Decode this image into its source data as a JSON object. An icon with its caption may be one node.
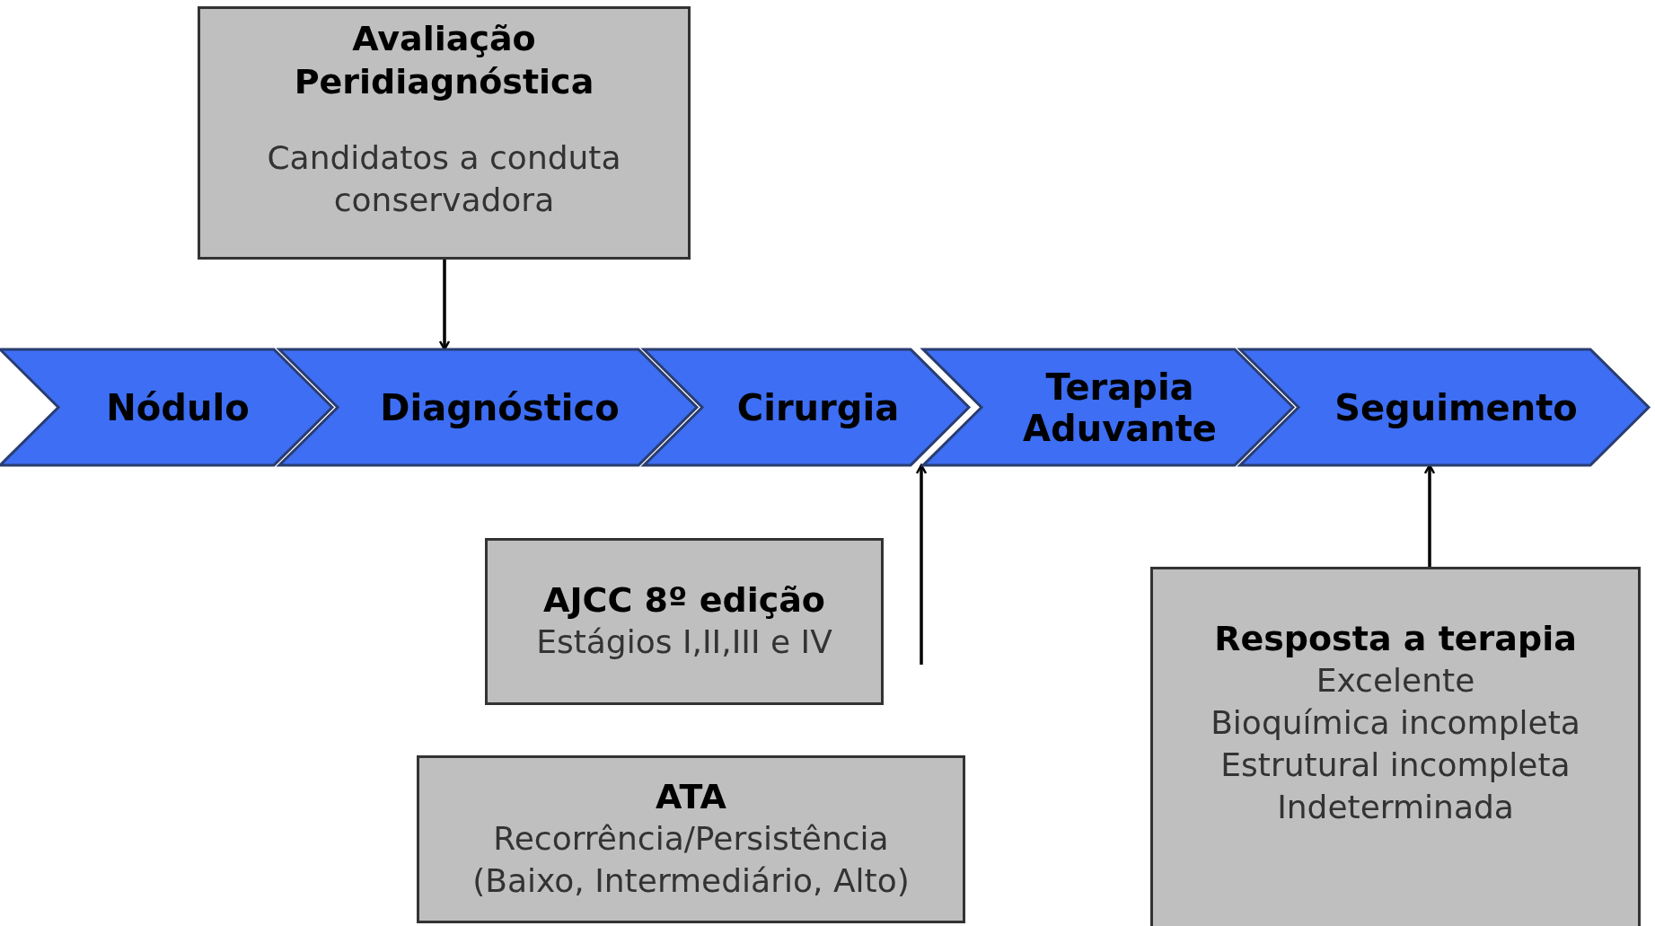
{
  "diagram": {
    "nodes": [
      {
        "text": [
          "Avaliação Peridiagnóstica",
          "Candidatos a conduta conservadora"
        ]
      },
      {
        "text": [
          "Nódulo"
        ]
      },
      {
        "text": [
          "Diagnóstico"
        ]
      },
      {
        "text": [
          "Cirurgia"
        ]
      },
      {
        "text": [
          "Terapia Aduvante"
        ]
      },
      {
        "text": [
          "Seguimento"
        ]
      },
      {
        "text": [
          "AJCC 8º edição",
          "Estágios I,II,III e IV"
        ]
      },
      {
        "text": [
          "ATA",
          "Recorrência/Persistência",
          "(Baixo, Intermediário, Alto)"
        ]
      },
      {
        "text": [
          "Resposta a terapia",
          "Excelente",
          "Bioquímica incompleta",
          "Estrutural incompleta",
          "Indeterminada"
        ]
      }
    ],
    "edges": [
      {
        "from": 0,
        "to": 2,
        "arrow": "to"
      },
      {
        "from": null,
        "to": 4,
        "arrow": "to"
      },
      {
        "from": 8,
        "to": 5,
        "arrow": "to"
      }
    ]
  }
}
